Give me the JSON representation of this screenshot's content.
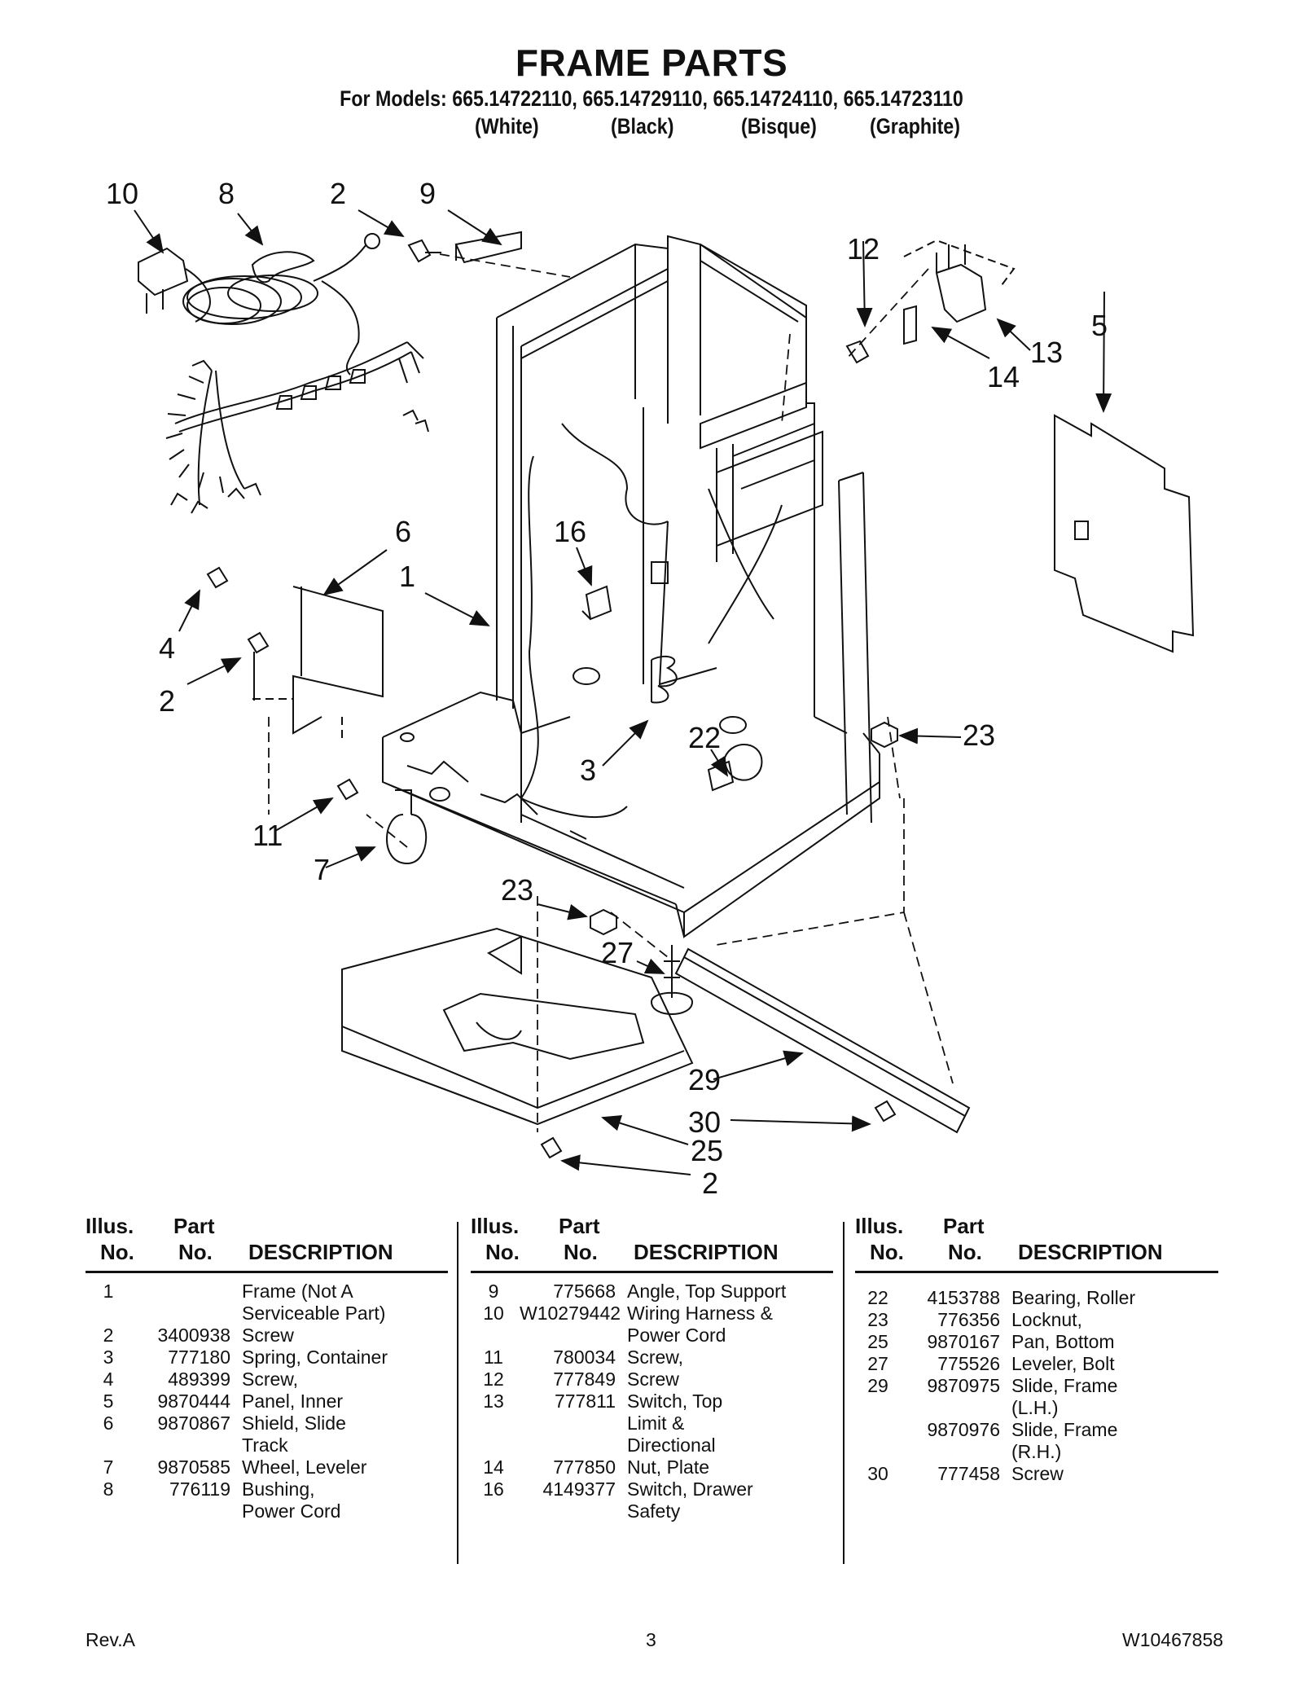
{
  "header": {
    "title": "FRAME PARTS",
    "models": "For Models: 665.14722110, 665.14729110, 665.14724110, 665.14723110",
    "colors": [
      "(White)",
      "(Black)",
      "(Bisque)",
      "(Graphite)"
    ]
  },
  "callouts": {
    "c10": "10",
    "c8": "8",
    "c2a": "2",
    "c9": "9",
    "c12": "12",
    "c13": "13",
    "c14": "14",
    "c5": "5",
    "c6": "6",
    "c1": "1",
    "c16": "16",
    "c4": "4",
    "c2b": "2",
    "c23a": "23",
    "c22": "22",
    "c3": "3",
    "c11": "11",
    "c7": "7",
    "c23b": "23",
    "c27": "27",
    "c29": "29",
    "c30": "30",
    "c25": "25",
    "c2c": "2"
  },
  "table": {
    "col_illus_1": "Illus.",
    "col_illus_2": "No.",
    "col_part_1": "Part",
    "col_part_2": "No.",
    "col_desc": "DESCRIPTION",
    "columns": [
      [
        {
          "illus": "1",
          "part": "",
          "desc": "Frame (Not A\nServiceable Part)"
        },
        {
          "illus": "2",
          "part": "3400938",
          "desc": "Screw"
        },
        {
          "illus": "3",
          "part": "777180",
          "desc": "Spring, Container"
        },
        {
          "illus": "4",
          "part": "489399",
          "desc": "Screw,"
        },
        {
          "illus": "5",
          "part": "9870444",
          "desc": "Panel, Inner"
        },
        {
          "illus": "6",
          "part": "9870867",
          "desc": "Shield, Slide\nTrack"
        },
        {
          "illus": "7",
          "part": "9870585",
          "desc": "Wheel, Leveler"
        },
        {
          "illus": "8",
          "part": "776119",
          "desc": "Bushing,\nPower Cord"
        }
      ],
      [
        {
          "illus": "9",
          "part": "775668",
          "desc": "Angle, Top Support"
        },
        {
          "illus": "10",
          "part": "W10279442",
          "desc": "Wiring Harness &\nPower Cord"
        },
        {
          "illus": "11",
          "part": "780034",
          "desc": "Screw,"
        },
        {
          "illus": "12",
          "part": "777849",
          "desc": "Screw"
        },
        {
          "illus": "13",
          "part": "777811",
          "desc": "Switch, Top\nLimit &\nDirectional"
        },
        {
          "illus": "14",
          "part": "777850",
          "desc": "Nut, Plate"
        },
        {
          "illus": "16",
          "part": "4149377",
          "desc": "Switch, Drawer\nSafety"
        }
      ],
      [
        {
          "illus": "22",
          "part": "4153788",
          "desc": "Bearing, Roller"
        },
        {
          "illus": "23",
          "part": "776356",
          "desc": "Locknut,"
        },
        {
          "illus": "25",
          "part": "9870167",
          "desc": "Pan, Bottom"
        },
        {
          "illus": "27",
          "part": "775526",
          "desc": "Leveler, Bolt"
        },
        {
          "illus": "29",
          "part": "9870975",
          "desc": "Slide, Frame\n(L.H.)"
        },
        {
          "illus": "",
          "part": "9870976",
          "desc": "Slide, Frame\n(R.H.)"
        },
        {
          "illus": "30",
          "part": "777458",
          "desc": "Screw"
        }
      ]
    ]
  },
  "footer": {
    "rev": "Rev.A",
    "page": "3",
    "doc_number": "W10467858"
  }
}
